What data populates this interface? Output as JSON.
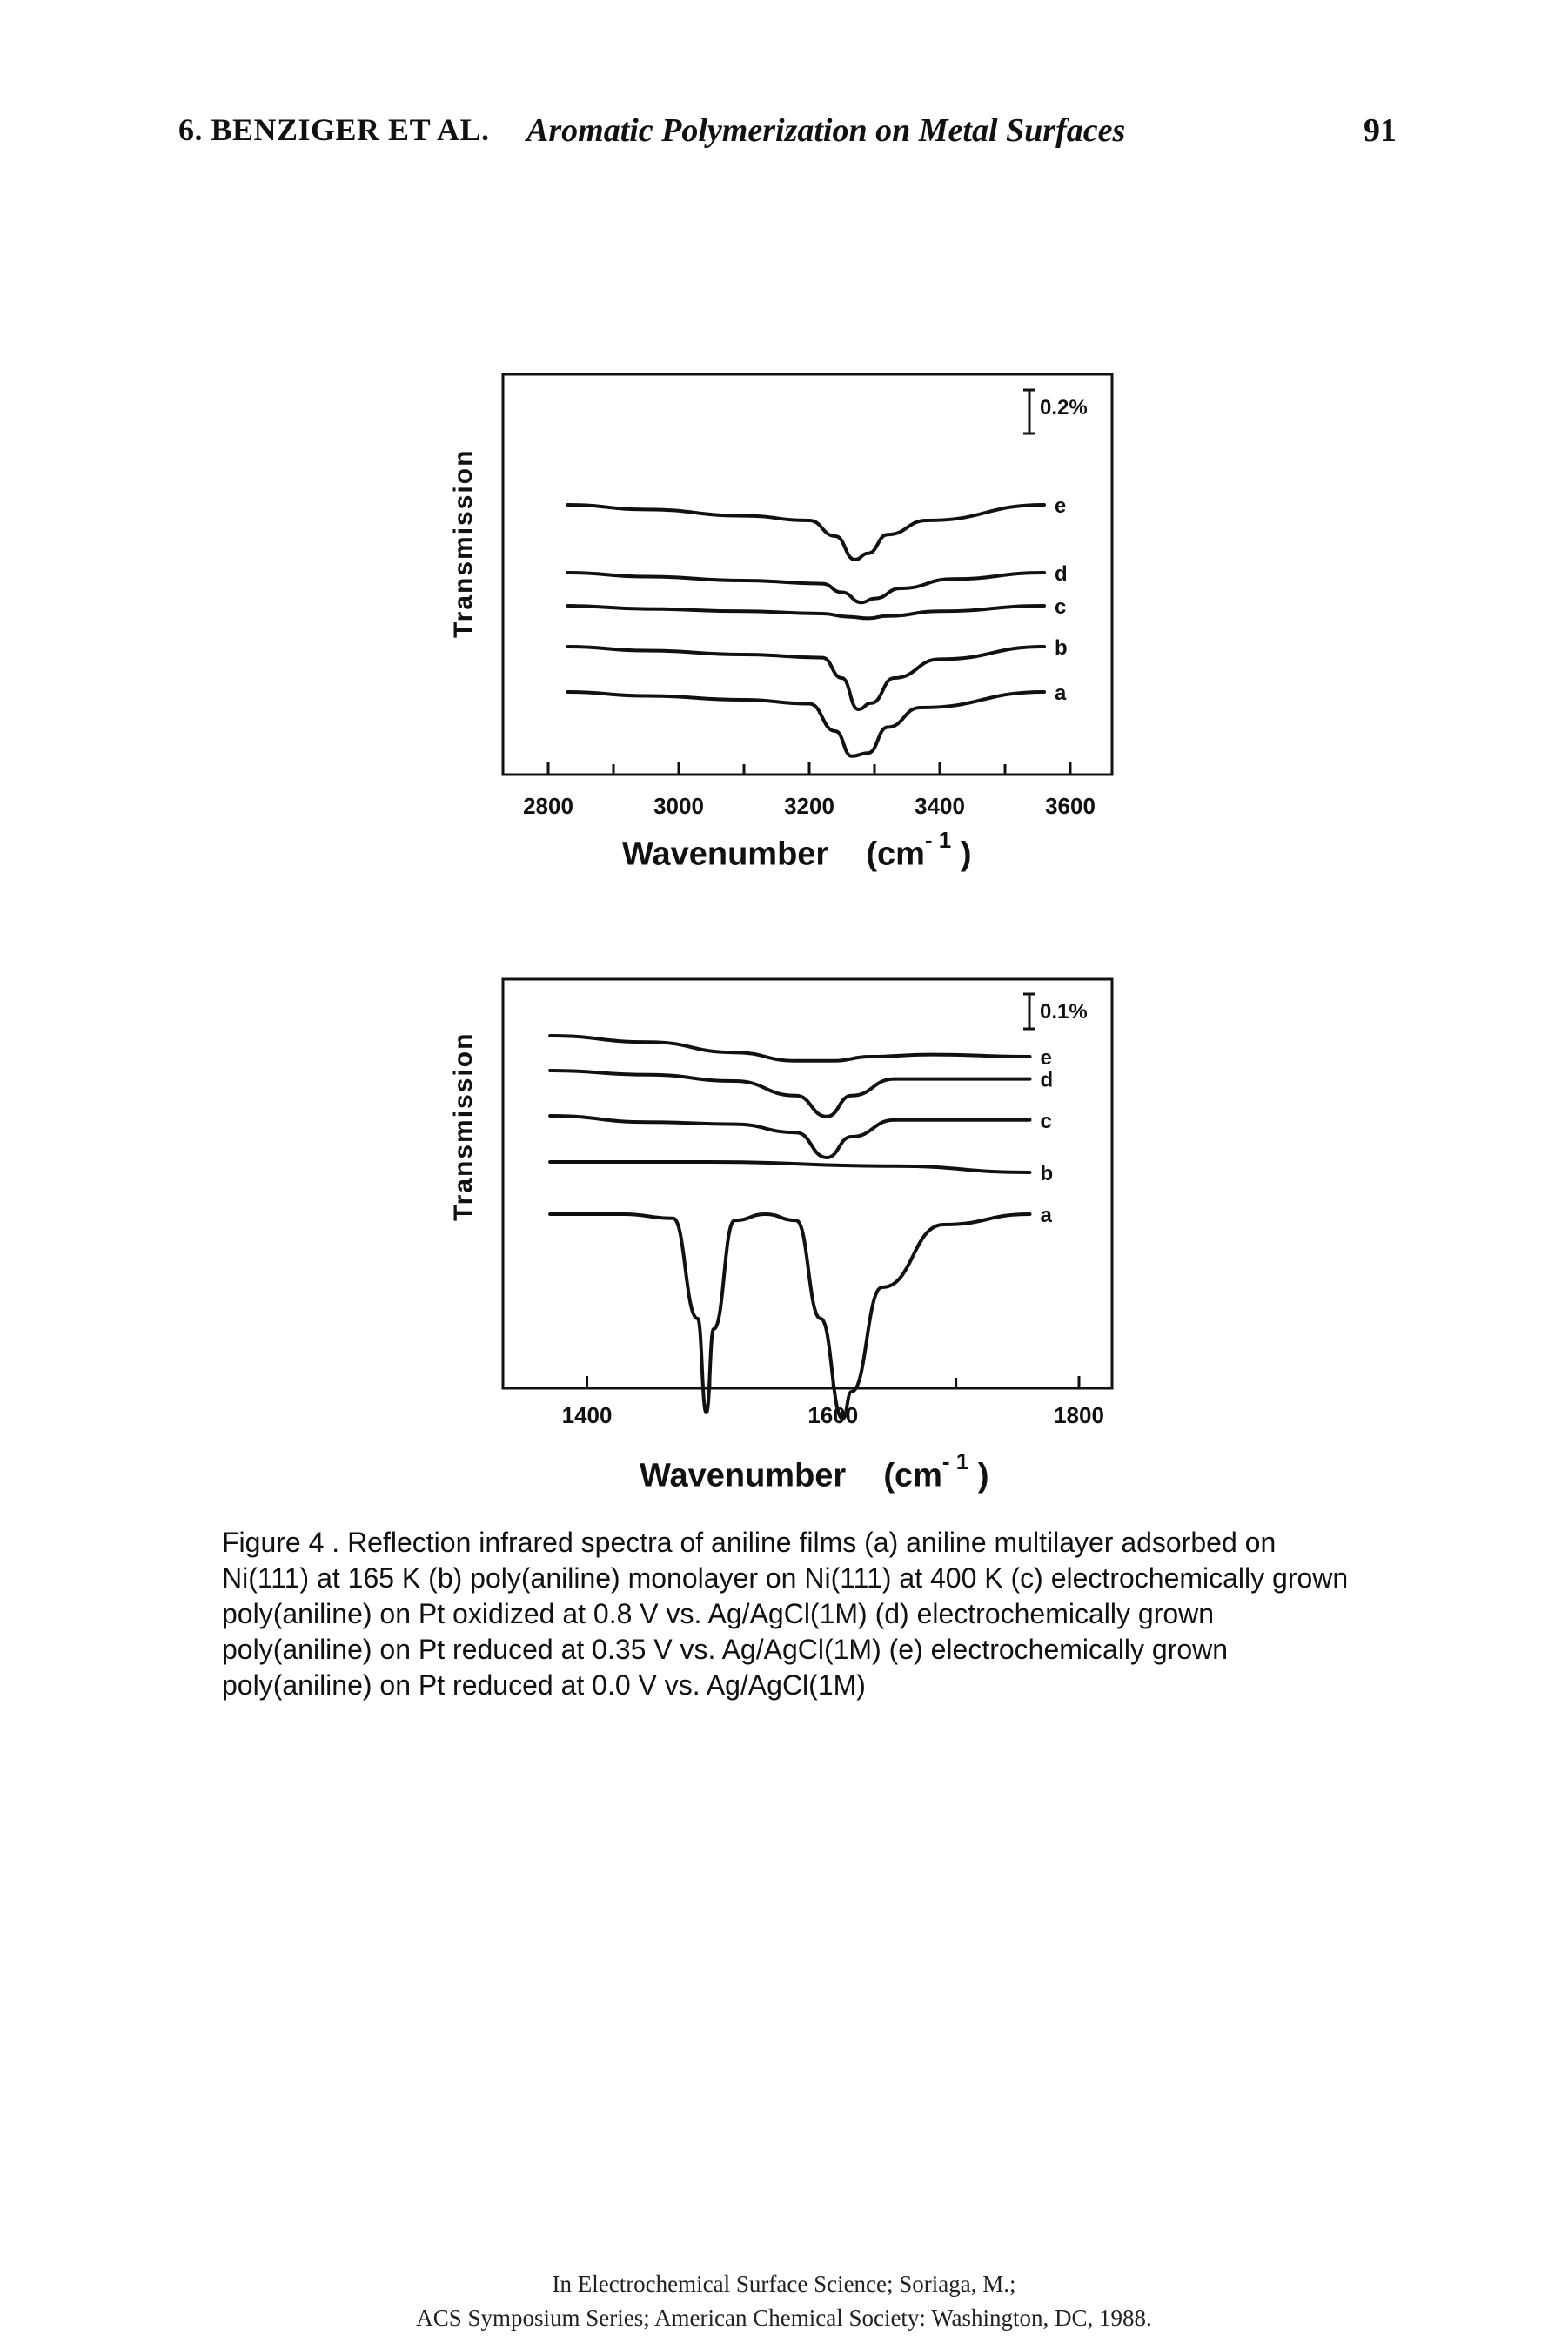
{
  "header": {
    "chapter": "6. BENZIGER ET AL.",
    "title": "Aromatic Polymerization on Metal Surfaces",
    "page_number": "91"
  },
  "chart_data": [
    {
      "type": "line",
      "ylabel": "Transmission",
      "xlabel_main": "Wavenumber",
      "xlabel_unit": "(cm",
      "xlabel_exp": "- 1",
      "xlabel_close": ")",
      "xlim": [
        2800,
        3600
      ],
      "x_ticks": [
        2800,
        3000,
        3200,
        3400,
        3600
      ],
      "scale_bar": "0.2%",
      "series": [
        {
          "name": "e",
          "x": [
            2830,
            2950,
            3100,
            3200,
            3240,
            3270,
            3290,
            3320,
            3380,
            3560
          ],
          "y": [
            0.0,
            0.06,
            0.14,
            0.2,
            0.4,
            0.7,
            0.62,
            0.38,
            0.2,
            0.0
          ]
        },
        {
          "name": "d",
          "x": [
            2830,
            2950,
            3100,
            3220,
            3250,
            3280,
            3300,
            3340,
            3420,
            3560
          ],
          "y": [
            0.0,
            0.05,
            0.1,
            0.14,
            0.25,
            0.38,
            0.33,
            0.2,
            0.08,
            0.0
          ]
        },
        {
          "name": "c",
          "x": [
            2830,
            2950,
            3100,
            3220,
            3260,
            3290,
            3320,
            3400,
            3560
          ],
          "y": [
            0.0,
            0.04,
            0.07,
            0.1,
            0.14,
            0.16,
            0.13,
            0.07,
            0.0
          ]
        },
        {
          "name": "b",
          "x": [
            2830,
            2950,
            3100,
            3220,
            3250,
            3275,
            3295,
            3330,
            3400,
            3560
          ],
          "y": [
            0.0,
            0.05,
            0.1,
            0.14,
            0.4,
            0.8,
            0.72,
            0.4,
            0.16,
            0.0
          ]
        },
        {
          "name": "a",
          "x": [
            2830,
            2950,
            3100,
            3200,
            3240,
            3265,
            3290,
            3320,
            3370,
            3560
          ],
          "y": [
            0.0,
            0.05,
            0.1,
            0.15,
            0.5,
            0.82,
            0.78,
            0.45,
            0.2,
            0.0
          ]
        }
      ]
    },
    {
      "type": "line",
      "ylabel": "Transmission",
      "xlabel_main": "Wavenumber",
      "xlabel_unit": "(cm",
      "xlabel_exp": "- 1",
      "xlabel_close": ")",
      "xlim": [
        1360,
        1800
      ],
      "x_ticks": [
        1400,
        1600,
        1800
      ],
      "scale_bar": "0.1%",
      "series": [
        {
          "name": "e",
          "x": [
            1370,
            1450,
            1520,
            1570,
            1600,
            1630,
            1680,
            1760
          ],
          "y": [
            0.0,
            0.03,
            0.08,
            0.12,
            0.12,
            0.1,
            0.09,
            0.1
          ]
        },
        {
          "name": "d",
          "x": [
            1370,
            1450,
            1520,
            1570,
            1595,
            1615,
            1650,
            1760
          ],
          "y": [
            0.0,
            0.02,
            0.05,
            0.12,
            0.22,
            0.12,
            0.04,
            0.04
          ]
        },
        {
          "name": "c",
          "x": [
            1370,
            1450,
            1520,
            1570,
            1595,
            1615,
            1650,
            1760
          ],
          "y": [
            0.0,
            0.03,
            0.04,
            0.08,
            0.2,
            0.1,
            0.02,
            0.02
          ]
        },
        {
          "name": "b",
          "x": [
            1370,
            1500,
            1650,
            1760
          ],
          "y": [
            0.0,
            0.0,
            0.02,
            0.05
          ]
        },
        {
          "name": "a",
          "x": [
            1370,
            1430,
            1470,
            1490,
            1497,
            1503,
            1520,
            1545,
            1570,
            1590,
            1608,
            1615,
            1640,
            1690,
            1760
          ],
          "y": [
            0.0,
            0.0,
            0.02,
            0.5,
            0.95,
            0.55,
            0.03,
            0.0,
            0.03,
            0.5,
            0.98,
            0.85,
            0.35,
            0.05,
            0.0
          ]
        }
      ]
    }
  ],
  "caption": "Figure 4 . Reflection infrared spectra of aniline films (a) aniline multilayer adsorbed on Ni(111) at 165 K (b) poly(aniline) monolayer on Ni(111) at 400 K (c) electrochemically grown poly(aniline) on Pt oxidized at 0.8 V vs. Ag/AgCl(1M) (d) electrochemically grown poly(aniline) on Pt reduced at 0.35 V vs. Ag/AgCl(1M) (e) electrochemically grown poly(aniline) on Pt reduced at 0.0 V vs. Ag/AgCl(1M)",
  "footer": {
    "line1": "In Electrochemical Surface Science; Soriaga, M.;",
    "line2": "ACS Symposium Series; American Chemical Society: Washington, DC, 1988."
  }
}
